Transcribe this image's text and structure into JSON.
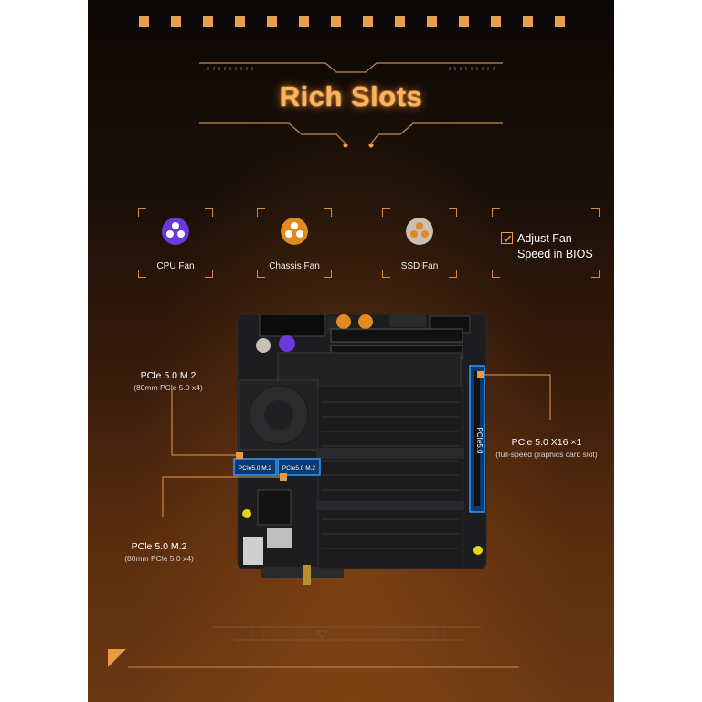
{
  "heading": {
    "title": "Rich Slots"
  },
  "features": [
    {
      "label": "CPU Fan",
      "icon": "fan-icon",
      "color": "#6a3ae0"
    },
    {
      "label": "Chassis Fan",
      "icon": "fan-icon",
      "color": "#e08a20"
    },
    {
      "label": "SSD Fan",
      "icon": "fan-icon",
      "color": "#c9bfb4"
    }
  ],
  "bios": {
    "line1": "Adjust Fan",
    "line2": "Speed in BIOS",
    "icon": "checkbox-icon"
  },
  "annotations": {
    "m2_top": {
      "title": "PCle 5.0 M.2",
      "sub": "(80mm PCle 5.0 x4)"
    },
    "m2_bottom": {
      "title": "PCle 5.0 M.2",
      "sub": "(80mm PCle 5.0 x4)"
    },
    "pcie": {
      "title": "PCle 5.0 X16 ×1",
      "sub": "(full-speed graphics card slot)"
    }
  },
  "board_labels": {
    "m2_a": "PCIe5.0 M.2",
    "m2_b": "PCIe5.0 M.2",
    "pcie_slot": "PCIe5.0"
  },
  "colors": {
    "accent": "#e89a45",
    "highlight": "#2e9cff"
  }
}
